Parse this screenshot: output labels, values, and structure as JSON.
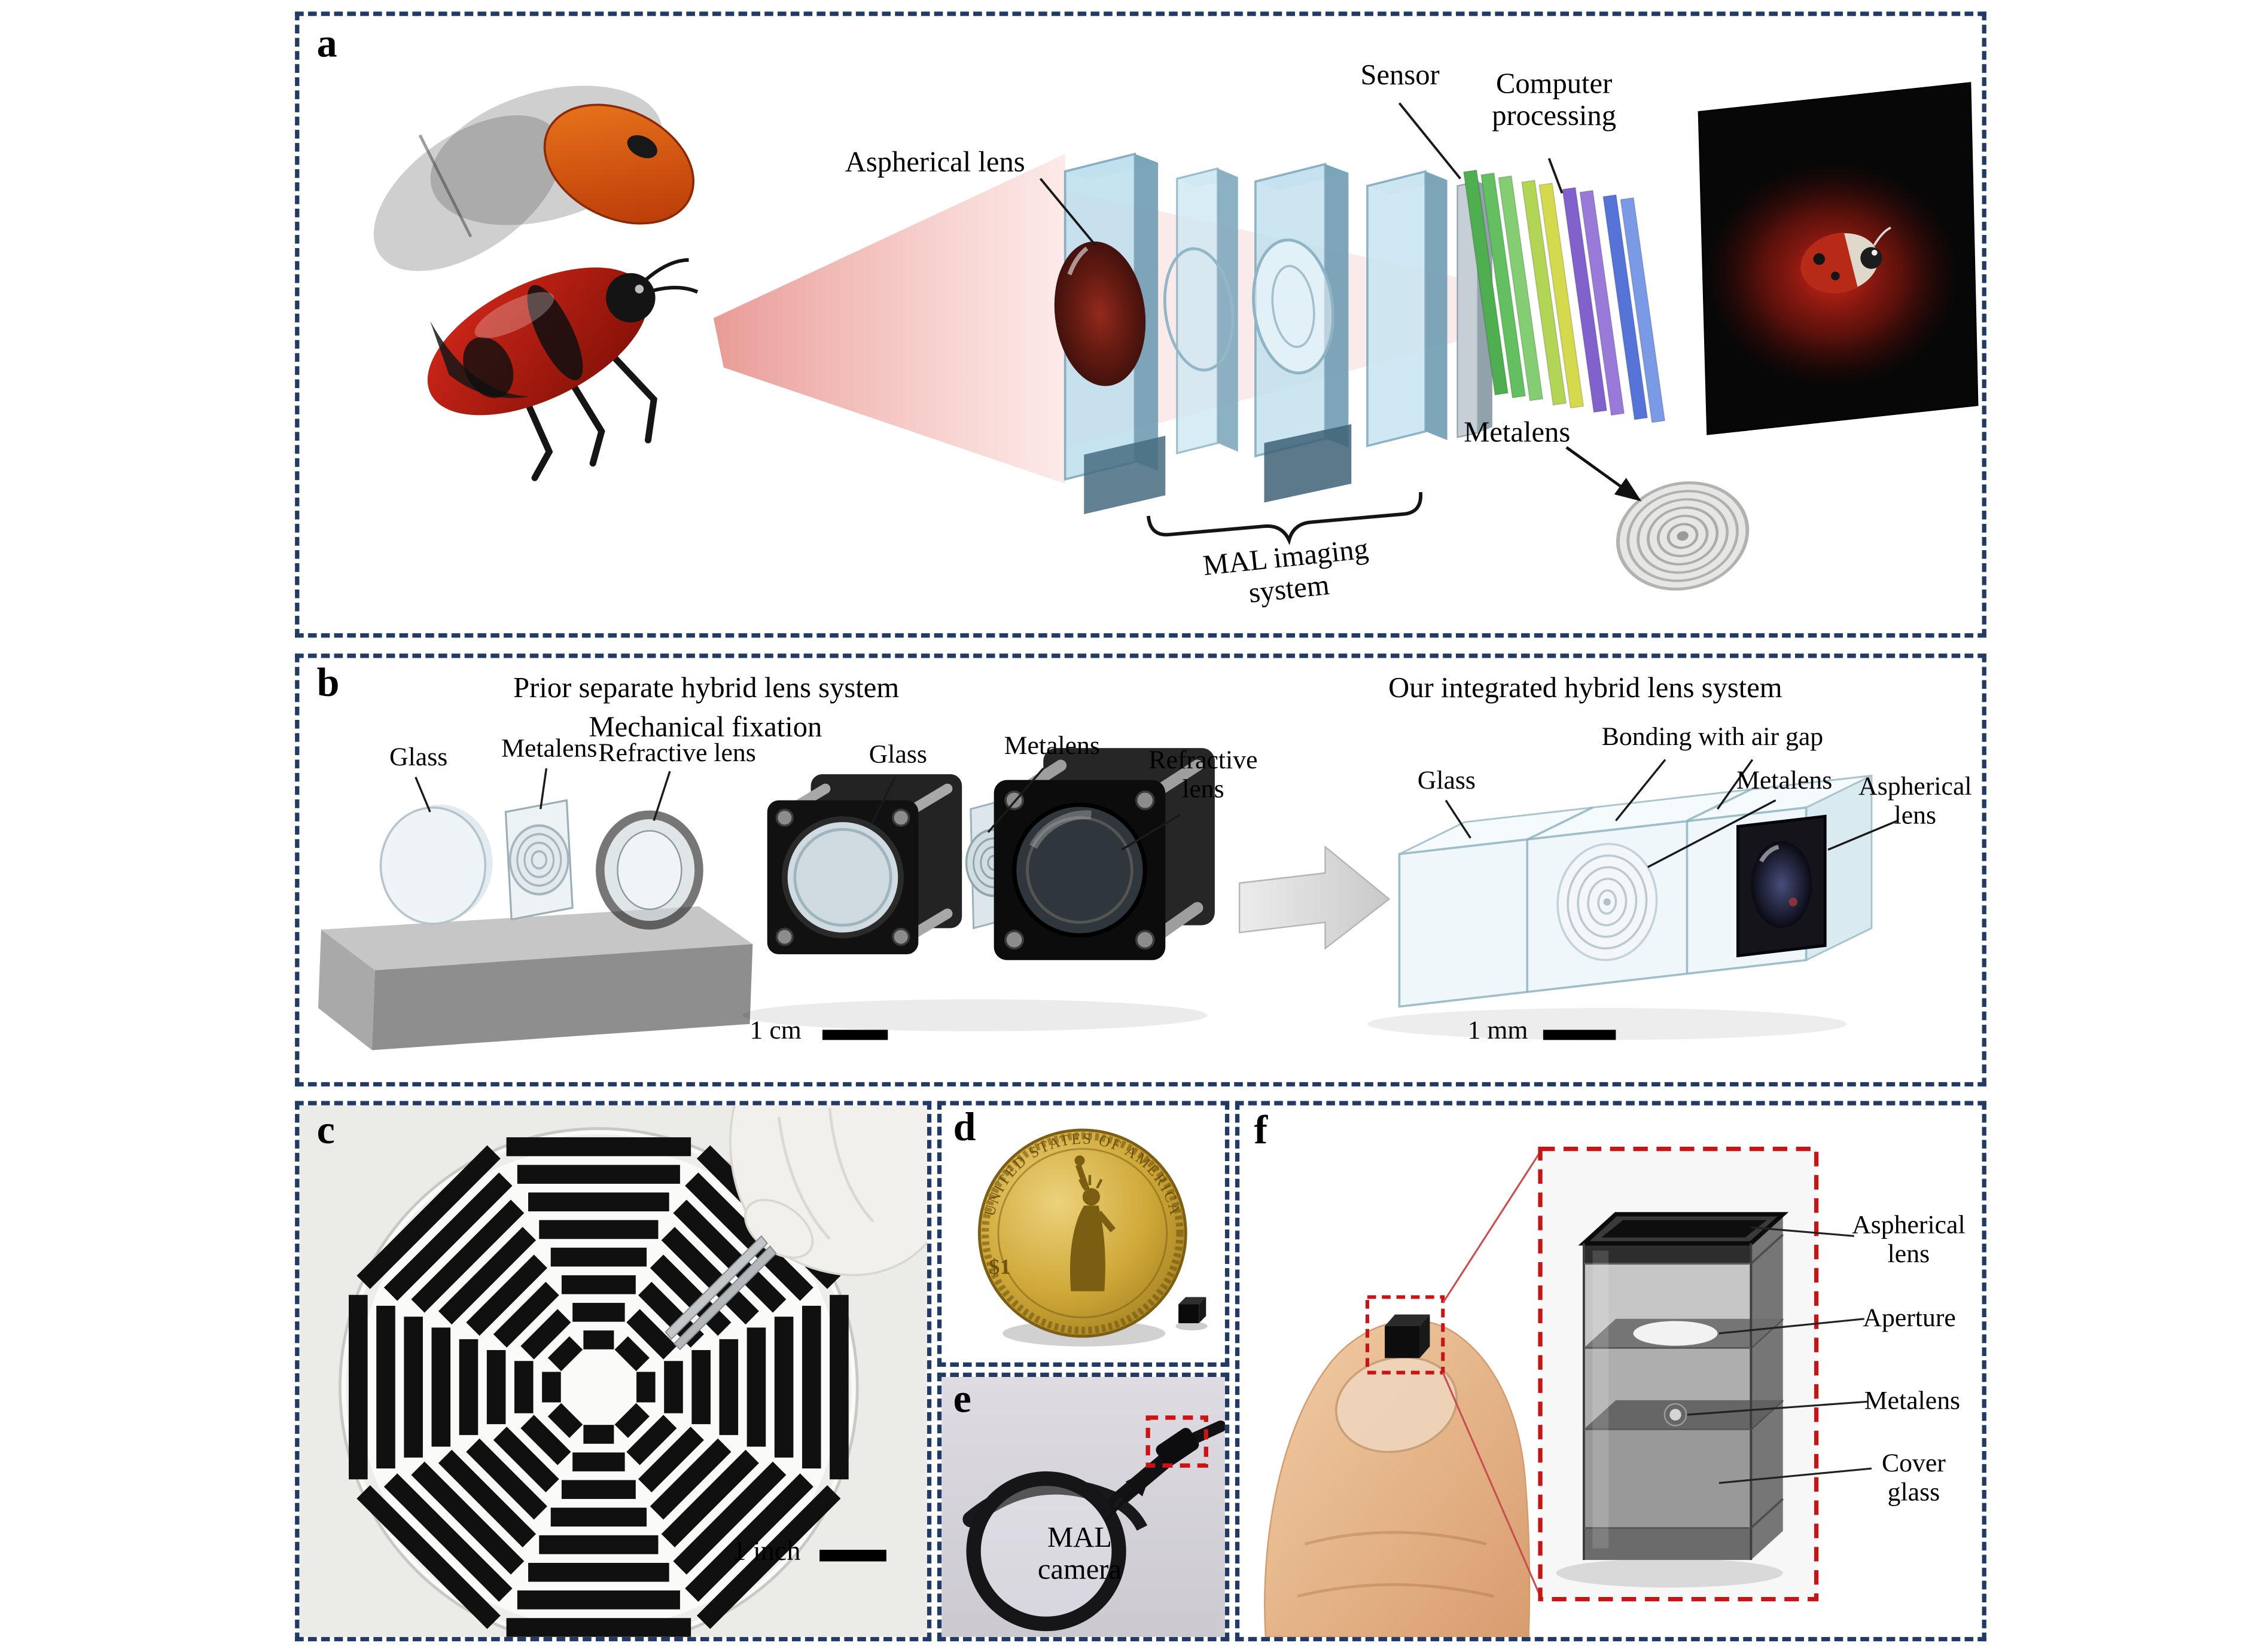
{
  "colors": {
    "panel_border": "#223a66",
    "highlight_red": "#c81414",
    "beam_red": "#c43328",
    "coin_gold": "#c9a22c"
  },
  "panels": {
    "a": {
      "letter": "a",
      "labels": {
        "aspherical_lens": "Aspherical lens",
        "sensor": "Sensor",
        "computer_processing": "Computer\nprocessing",
        "metalens": "Metalens",
        "mal_system": "MAL imaging\nsystem"
      }
    },
    "b": {
      "letter": "b",
      "prior": {
        "title": "Prior separate hybrid lens system",
        "subtitle": "Mechanical fixation",
        "glass": "Glass",
        "metalens": "Metalens",
        "refractive_lens": "Refractive lens",
        "cage_glass": "Glass",
        "cage_metalens": "Metalens",
        "cage_refractive_lens": "Refractive\nlens",
        "scale_label": "1 cm"
      },
      "ours": {
        "title": "Our integrated hybrid lens system",
        "bonding": "Bonding with air gap",
        "glass": "Glass",
        "metalens": "Metalens",
        "aspherical_lens": "Aspherical\nlens",
        "scale_label": "1 mm"
      }
    },
    "c": {
      "letter": "c",
      "scale_label": "1 inch"
    },
    "d": {
      "letter": "d",
      "coin_arc_text": "UNITED STATES OF AMERICA",
      "coin_denomination": "$1"
    },
    "e": {
      "letter": "e",
      "camera_label": "MAL\ncamera"
    },
    "f": {
      "letter": "f",
      "labels": {
        "aspherical_lens": "Aspherical\nlens",
        "aperture": "Aperture",
        "metalens": "Metalens",
        "cover_glass": "Cover\nglass"
      }
    }
  }
}
